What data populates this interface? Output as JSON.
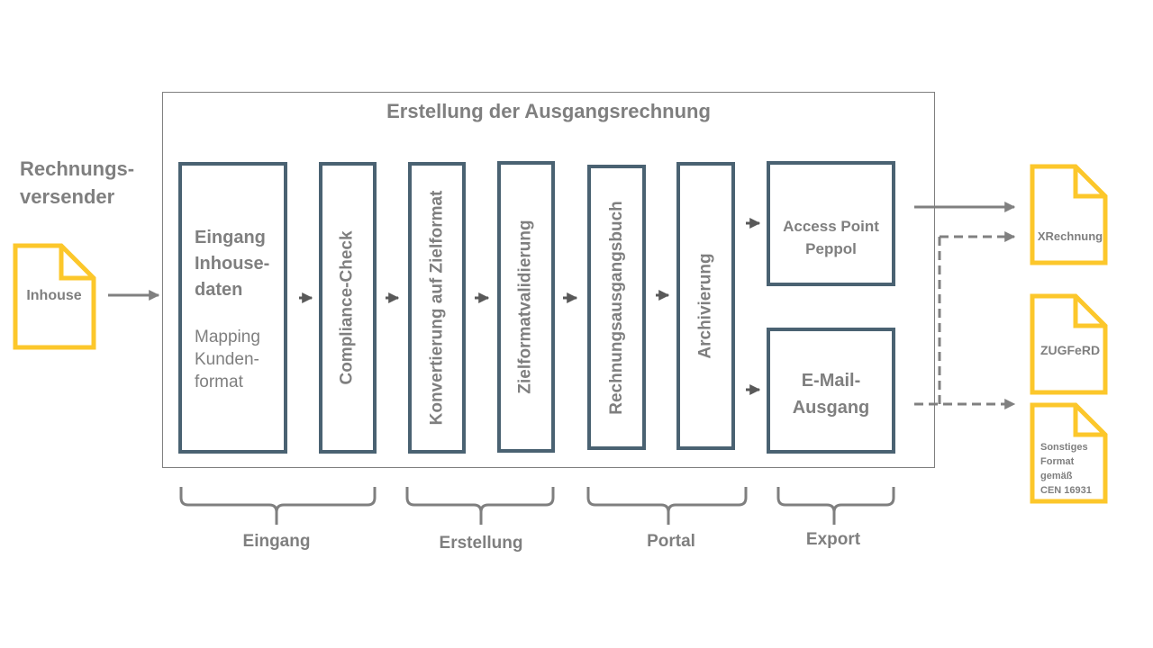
{
  "title": "Erstellung der Ausgangsrechnung",
  "sender_line1": "Rechnungs-",
  "sender_line2": "versender",
  "input_doc": "Inhouse",
  "eingang_box": {
    "title_line1": "Eingang",
    "title_line2": "Inhouse-",
    "title_line3": "daten",
    "sub_line1": "Mapping",
    "sub_line2": "Kunden-",
    "sub_line3": "format"
  },
  "steps": {
    "compliance": "Compliance-Check",
    "konvertierung": "Konvertierung auf Zielformat",
    "validierung": "Zielformatvalidierung",
    "rechnungsbuch": "Rechnungsausgangsbuch",
    "archivierung": "Archivierung"
  },
  "access_point": {
    "line1": "Access Point",
    "line2": "Peppol"
  },
  "email": {
    "line1": "E-Mail-",
    "line2": "Ausgang"
  },
  "outputs": {
    "xrechnung": "XRechnung",
    "zugferd": "ZUGFeRD",
    "sonstiges_line1": "Sonstiges",
    "sonstiges_line2": "Format",
    "sonstiges_line3": "gemäß",
    "sonstiges_line4": "CEN 16931"
  },
  "phases": {
    "eingang": "Eingang",
    "erstellung": "Erstellung",
    "portal": "Portal",
    "export": "Export"
  },
  "colors": {
    "box_border": "#4a6272",
    "document": "#fcc72b",
    "text": "#7f7f7f",
    "arrow_small": "#595959",
    "arrow_gray": "#808080"
  }
}
